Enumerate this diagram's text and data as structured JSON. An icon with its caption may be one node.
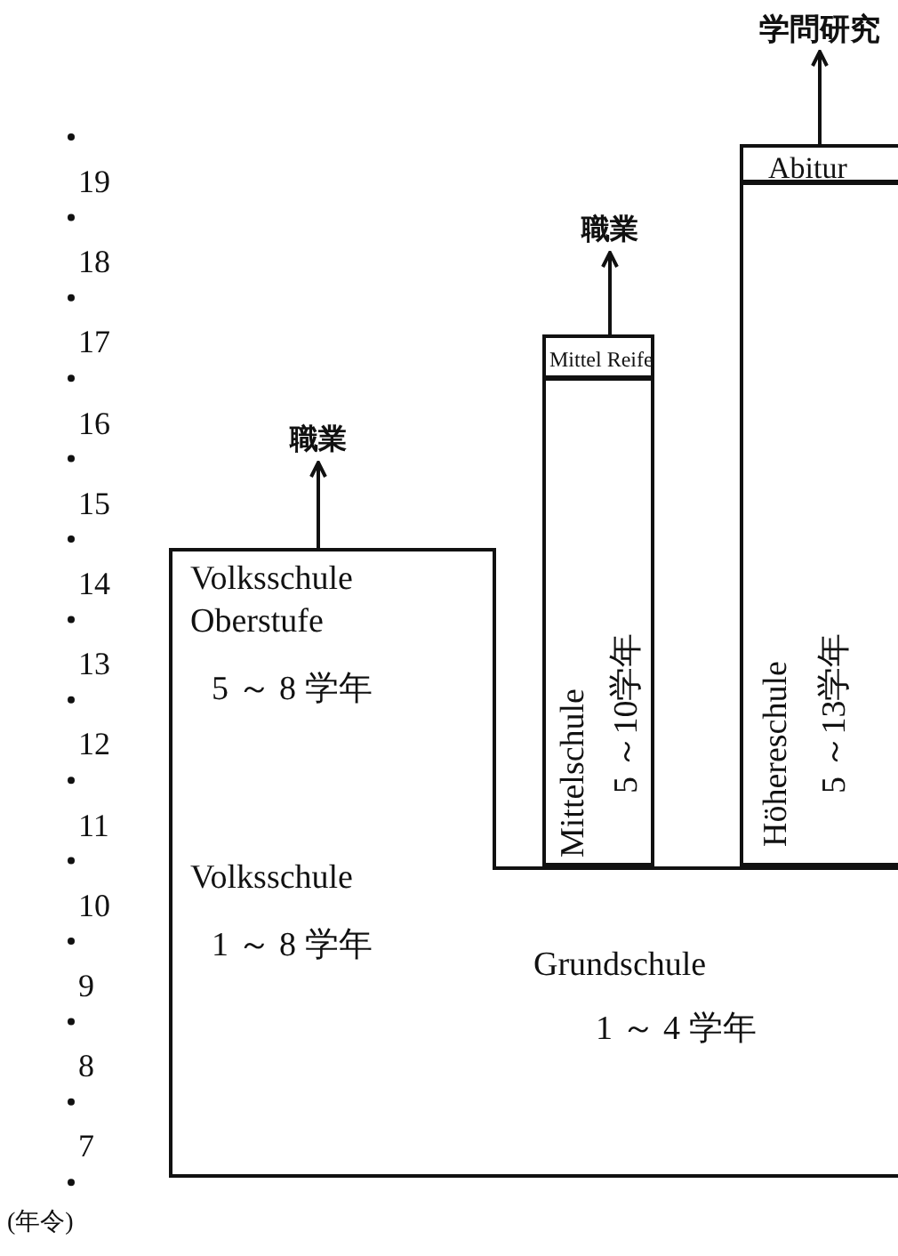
{
  "diagram": {
    "nodes": [
      {
        "text": [
          "Volksschule Oberstufe",
          "5 ～ 8 学年",
          "Volksschule",
          "1 ～ 8 学年"
        ]
      },
      {
        "text": [
          "Grundschule",
          "1 ～ 4 学年"
        ]
      },
      {
        "text": [
          "Mittelschule",
          "5 ～10学年"
        ]
      },
      {
        "text": [
          "Mittel Reife"
        ]
      },
      {
        "text": [
          "Höhereschule",
          "5 ～13学年"
        ]
      },
      {
        "text": [
          "Abitur"
        ]
      },
      {
        "text": [
          "職業"
        ]
      },
      {
        "text": [
          "職業"
        ]
      },
      {
        "text": [
          "学問研究"
        ]
      }
    ],
    "edges": [
      {
        "from": 0,
        "to": 6,
        "arrow": "to"
      },
      {
        "from": 3,
        "to": 7,
        "arrow": "to"
      },
      {
        "from": 5,
        "to": 8,
        "arrow": "to"
      }
    ],
    "labels": [
      "19",
      "18",
      "17",
      "16",
      "15",
      "14",
      "13",
      "12",
      "11",
      "10",
      "9",
      "8",
      "7",
      "(年令)"
    ]
  }
}
